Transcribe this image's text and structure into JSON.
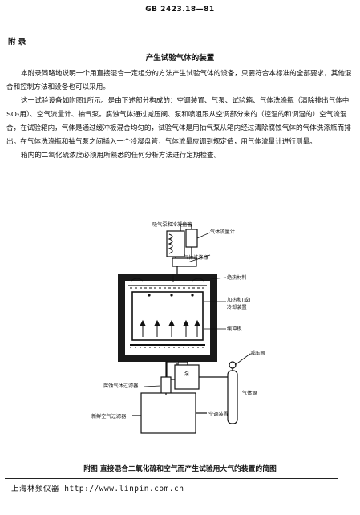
{
  "header": {
    "standard_number": "GB  2423.18—81"
  },
  "appendix": {
    "label": "附  录",
    "title": "产生试验气体的装置"
  },
  "paragraphs": [
    "本附录简略地说明一个用直接混合一定组分的方法产生试验气体的设备，只要符合本标准的全部要求，其他混合和控制方法和设备也可以采用。",
    "这一试验设备如附图1所示。是由下述部分构成的：空调装置、气泵、试验箱、气体洗涤瓶（清除排出气体中SO₂用）、空气流量计、抽气泵。腐蚀气体通过减压阀、泵和喷咀跟从空调部分来的（控温的和调湿的）空气流混合，在试验箱内，气体是通过缓冲板混合均匀的，试验气体是用抽气泵从箱内经过清除腐蚀气体的气体洗涤瓶而排出。在气体洗涤瓶和抽气泵之间插入一个冷凝盘管，气体流量应调到规定值，用气体流量计进行测量。",
    "箱内的二氧化硫浓度必须用所熟悉的任何分析方法进行定期检查。"
  ],
  "diagram": {
    "labels": {
      "pump_condenser": "吸气泵和冷凝盘管",
      "flowmeter": "气体流量计",
      "washing_bottle": "气体洗涤瓶",
      "insulation": "绝热材料",
      "heating_cooling_1": "加热和(或)",
      "heating_cooling_2": "冷却装置",
      "baffle": "缓冲板",
      "pressure_valve": "减压阀",
      "corrosive_filter": "腐蚀气体过滤器",
      "pump": "泵",
      "gas_source": "气体源",
      "fresh_air_filter": "新鲜空气过滤器",
      "air_conditioner": "空调装置"
    }
  },
  "caption": "附图   直接混合二氧化硫和空气而产生试验用大气的装置的简图",
  "footer": {
    "text": "上海林频仪器  http://www.linpin.com.cn"
  }
}
